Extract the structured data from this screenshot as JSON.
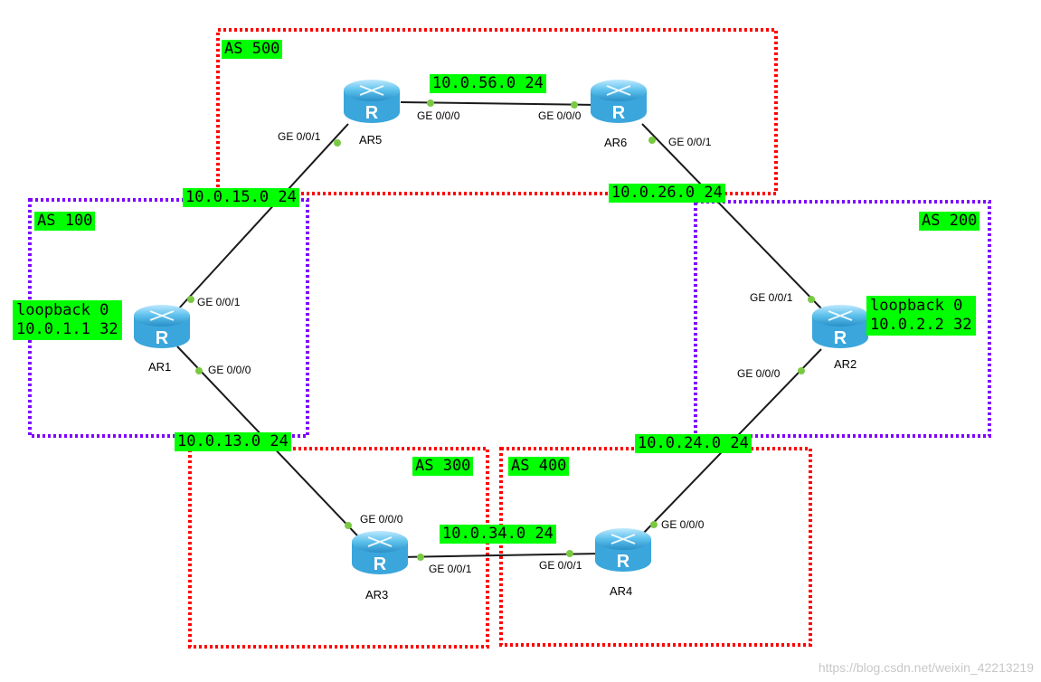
{
  "as_regions": [
    {
      "id": "as500",
      "label": "AS 500",
      "color": "#ff0000"
    },
    {
      "id": "as100",
      "label": "AS 100",
      "color": "#7f00ff"
    },
    {
      "id": "as200",
      "label": "AS 200",
      "color": "#7f00ff"
    },
    {
      "id": "as300",
      "label": "AS 300",
      "color": "#ff0000"
    },
    {
      "id": "as400",
      "label": "AS 400",
      "color": "#ff0000"
    }
  ],
  "routers": {
    "ar1": {
      "name": "AR1"
    },
    "ar2": {
      "name": "AR2"
    },
    "ar3": {
      "name": "AR3"
    },
    "ar4": {
      "name": "AR4"
    },
    "ar5": {
      "name": "AR5"
    },
    "ar6": {
      "name": "AR6"
    }
  },
  "links": [
    {
      "id": "ar5-ar6",
      "network": "10.0.56.0 24",
      "a_iface": "GE 0/0/0",
      "b_iface": "GE 0/0/0"
    },
    {
      "id": "ar1-ar5",
      "network": "10.0.15.0 24",
      "a_iface": "GE 0/0/1",
      "b_iface": "GE 0/0/1"
    },
    {
      "id": "ar6-ar2",
      "network": "10.0.26.0 24",
      "a_iface": "GE 0/0/1",
      "b_iface": "GE 0/0/1"
    },
    {
      "id": "ar1-ar3",
      "network": "10.0.13.0 24",
      "a_iface": "GE 0/0/0",
      "b_iface": "GE 0/0/0"
    },
    {
      "id": "ar2-ar4",
      "network": "10.0.24.0 24",
      "a_iface": "GE 0/0/0",
      "b_iface": "GE 0/0/0"
    },
    {
      "id": "ar3-ar4",
      "network": "10.0.34.0 24",
      "a_iface": "GE 0/0/1",
      "b_iface": "GE 0/0/1"
    }
  ],
  "loopbacks": {
    "ar1": {
      "name": "loopback 0",
      "address": "10.0.1.1 32"
    },
    "ar2": {
      "name": "loopback 0",
      "address": "10.0.2.2 32"
    }
  },
  "colors": {
    "label_bg": "#00ff00",
    "link": "#1a1a1a",
    "port_dot": "#7ac943",
    "router_fill": "#5bc0eb"
  },
  "watermark": "https://blog.csdn.net/weixin_42213219"
}
